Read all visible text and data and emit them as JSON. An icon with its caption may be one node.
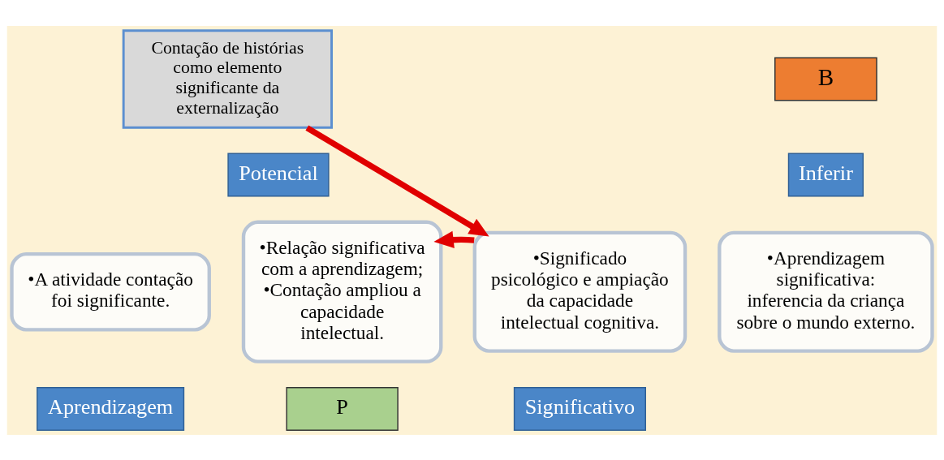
{
  "diagram": {
    "nodes": [
      {
        "text": [
          "Contação de histórias como elemento significante da externalização"
        ]
      },
      {
        "text": [
          "•A atividade contação foi significante."
        ]
      },
      {
        "text": [
          "Aprendizagem"
        ]
      },
      {
        "text": [
          "•Relação significativa com a aprendizagem; •Contação ampliou a capacidade intelectual."
        ]
      },
      {
        "text": [
          "Potencial"
        ]
      },
      {
        "text": [
          "B"
        ]
      },
      {
        "text": [
          "•Significado psicológico e ampiação da capacidade intelectual cognitiva."
        ]
      },
      {
        "text": [
          "Significativo"
        ]
      },
      {
        "text": [
          "•Aprendizagem significativa: inferencia da criança sobre o mundo externo."
        ]
      },
      {
        "text": [
          "Inferir"
        ]
      },
      {
        "text": [
          "P"
        ]
      }
    ],
    "edges": [
      {
        "from": 0,
        "to": 6,
        "arrow": "to"
      },
      {
        "from": 6,
        "to": 3,
        "arrow": "to"
      }
    ]
  }
}
